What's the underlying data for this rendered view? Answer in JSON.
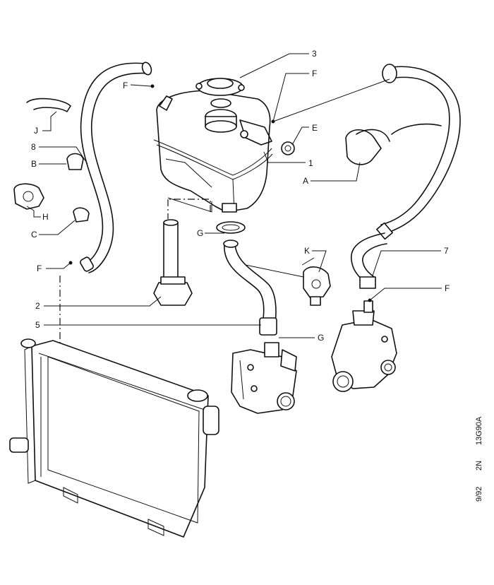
{
  "labels": {
    "l3": "3",
    "lF_top": "F",
    "lF_left": "F",
    "lE": "E",
    "l1": "1",
    "lA": "A",
    "lJ": "J",
    "l8": "8",
    "lB": "B",
    "lH": "H",
    "lC": "C",
    "lF_mid": "F",
    "lG_up": "G",
    "lK": "K",
    "l7": "7",
    "lF_right": "F",
    "l2": "2",
    "l5": "5",
    "lG_low": "G"
  },
  "stamp": {
    "ref": "13G90A",
    "code": "2N",
    "date": "9/92"
  }
}
